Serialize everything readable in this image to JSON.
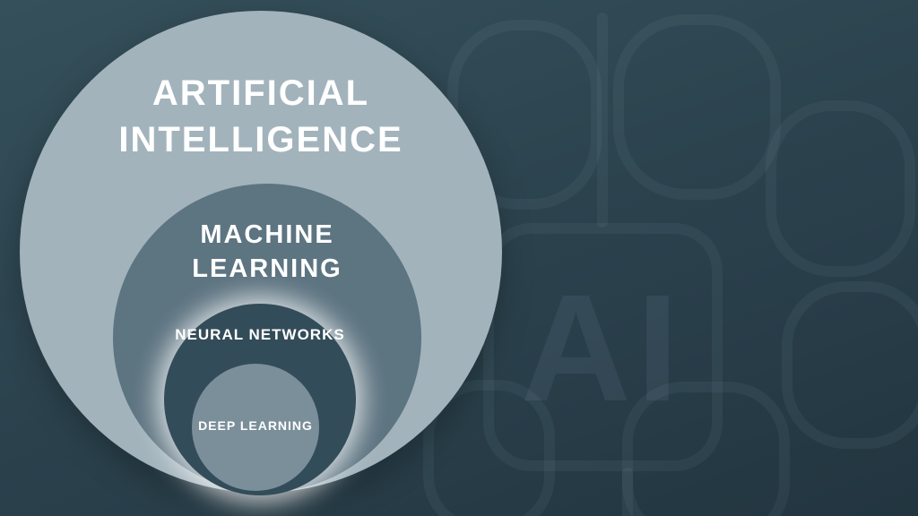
{
  "theme": {
    "bg-top": "#35505b",
    "bg-bottom": "#223540",
    "circle-ai": "#a2b3bc",
    "circle-ml": "#5d7481",
    "circle-nn": "#334c59",
    "circle-dl": "#7b8f9a",
    "label-color": "#ffffff",
    "watermark-stroke": "#9db5c0"
  },
  "venn": {
    "levels": [
      {
        "id": "artificial-intelligence",
        "label": "ARTIFICIAL INTELLIGENCE"
      },
      {
        "id": "machine-learning",
        "label": "MACHINE LEARNING"
      },
      {
        "id": "neural-networks",
        "label": "NEURAL NETWORKS"
      },
      {
        "id": "deep-learning",
        "label": "DEEP LEARNING"
      }
    ]
  },
  "watermark": {
    "label": "AI"
  }
}
